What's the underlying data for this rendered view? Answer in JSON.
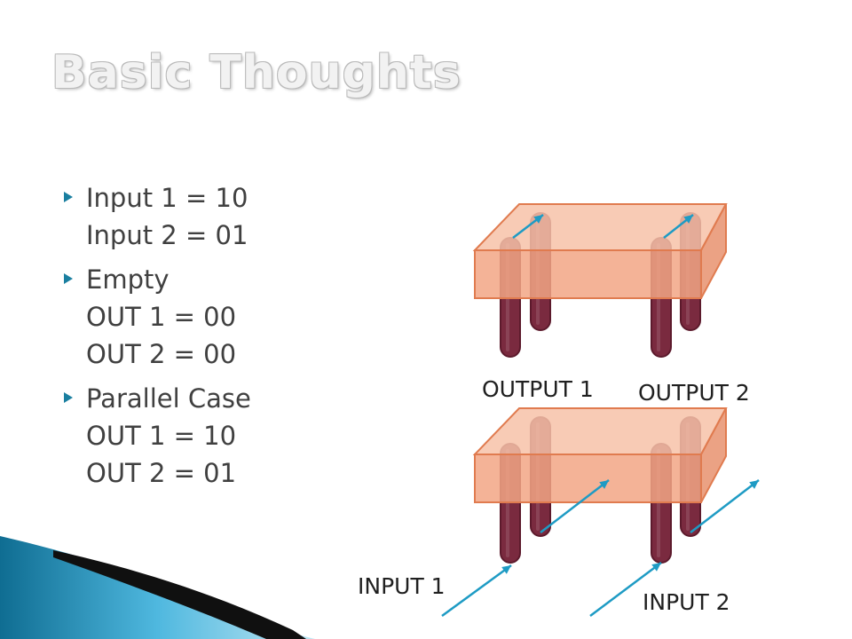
{
  "title": "Basic Thoughts",
  "bullets": [
    {
      "lines": [
        "Input 1 = 10",
        "Input 2 = 01"
      ]
    },
    {
      "lines": [
        "Empty",
        "OUT 1 = 00",
        "OUT 2 = 00"
      ]
    },
    {
      "lines": [
        "Parallel Case",
        "OUT 1 = 10",
        "OUT 2 = 01"
      ]
    }
  ],
  "diagram": {
    "labels": {
      "output1": "OUTPUT 1",
      "output2": "OUTPUT 2",
      "input1": "INPUT 1",
      "input2": "INPUT 2"
    },
    "colors": {
      "slab_front": "#f2a685",
      "slab_top": "#f7c2a8",
      "slab_side": "#e8926e",
      "slab_edge": "#e07b4f",
      "rod": "#7a2a3f",
      "rod_dark": "#5c1a2c",
      "arrow": "#1e9bc4"
    }
  },
  "theme": {
    "accent": "#1a7fa0",
    "wave_light": "#5ec1e6",
    "wave_dark": "#0f6d92"
  }
}
